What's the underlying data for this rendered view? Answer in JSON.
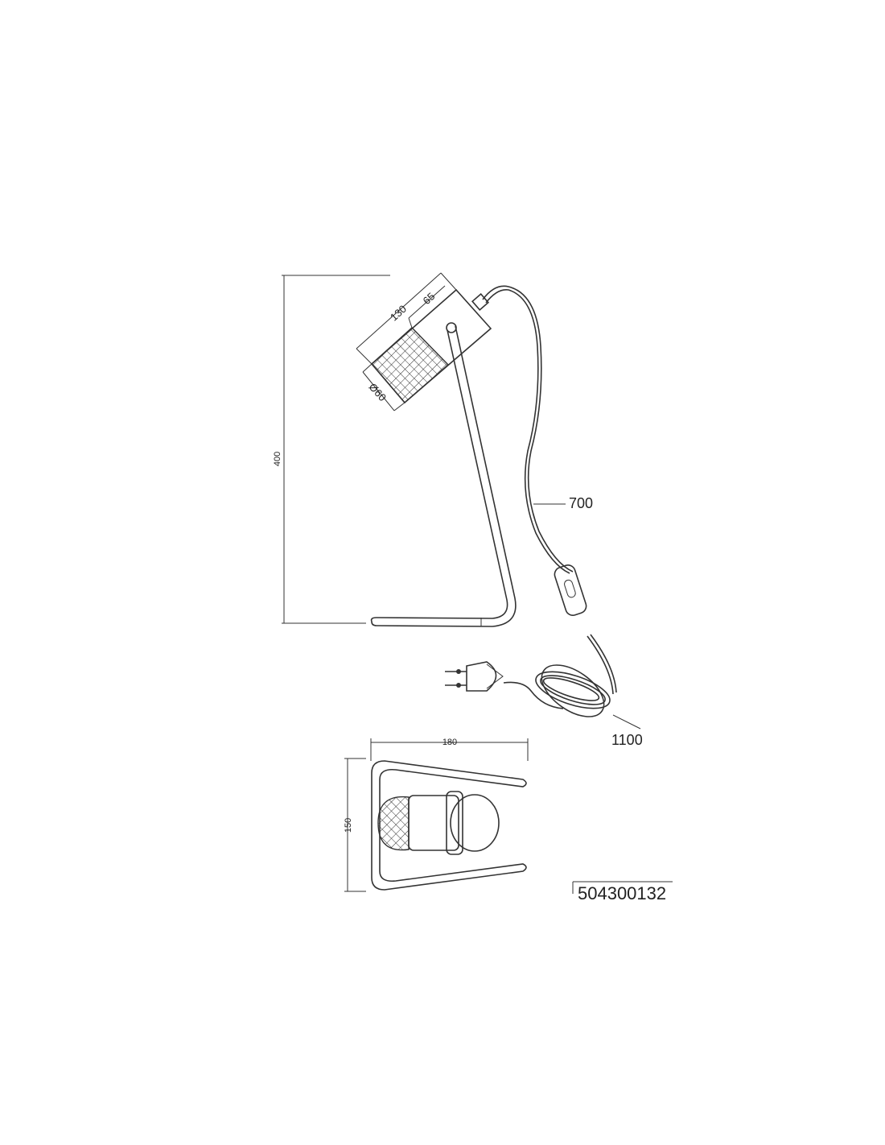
{
  "drawing": {
    "dimensions": {
      "height": "400",
      "shade_length": "130",
      "body_length": "65",
      "shade_diameter": "Ø60",
      "cable_to_switch": "700",
      "cable_after_switch": "1100",
      "base_width": "180",
      "base_depth": "150"
    },
    "article_number": "504300132",
    "colors": {
      "line": "#333333",
      "background": "#ffffff"
    }
  }
}
